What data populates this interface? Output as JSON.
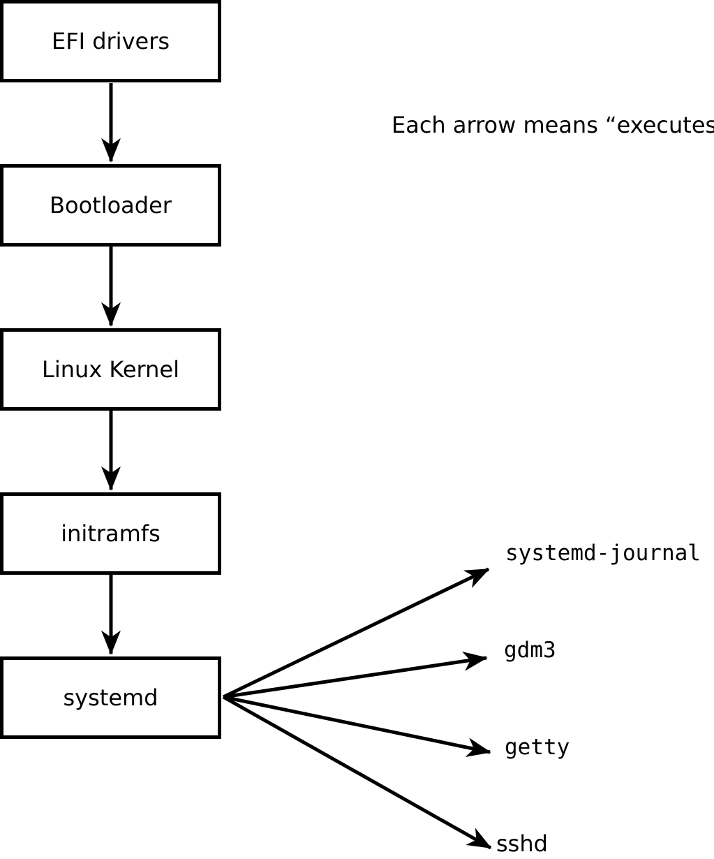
{
  "note": "Each arrow means “executes”.",
  "diagram": {
    "boxes": [
      {
        "label": "EFI drivers"
      },
      {
        "label": "Bootloader"
      },
      {
        "label": "Linux Kernel"
      },
      {
        "label": "initramfs"
      },
      {
        "label": "systemd"
      }
    ],
    "targets": [
      {
        "label": "systemd-journal"
      },
      {
        "label": "gdm3"
      },
      {
        "label": "getty"
      },
      {
        "label": "sshd"
      }
    ],
    "colors": {
      "line": "#000000",
      "box_fill": "#ffffff",
      "background": "#ffffff"
    }
  }
}
